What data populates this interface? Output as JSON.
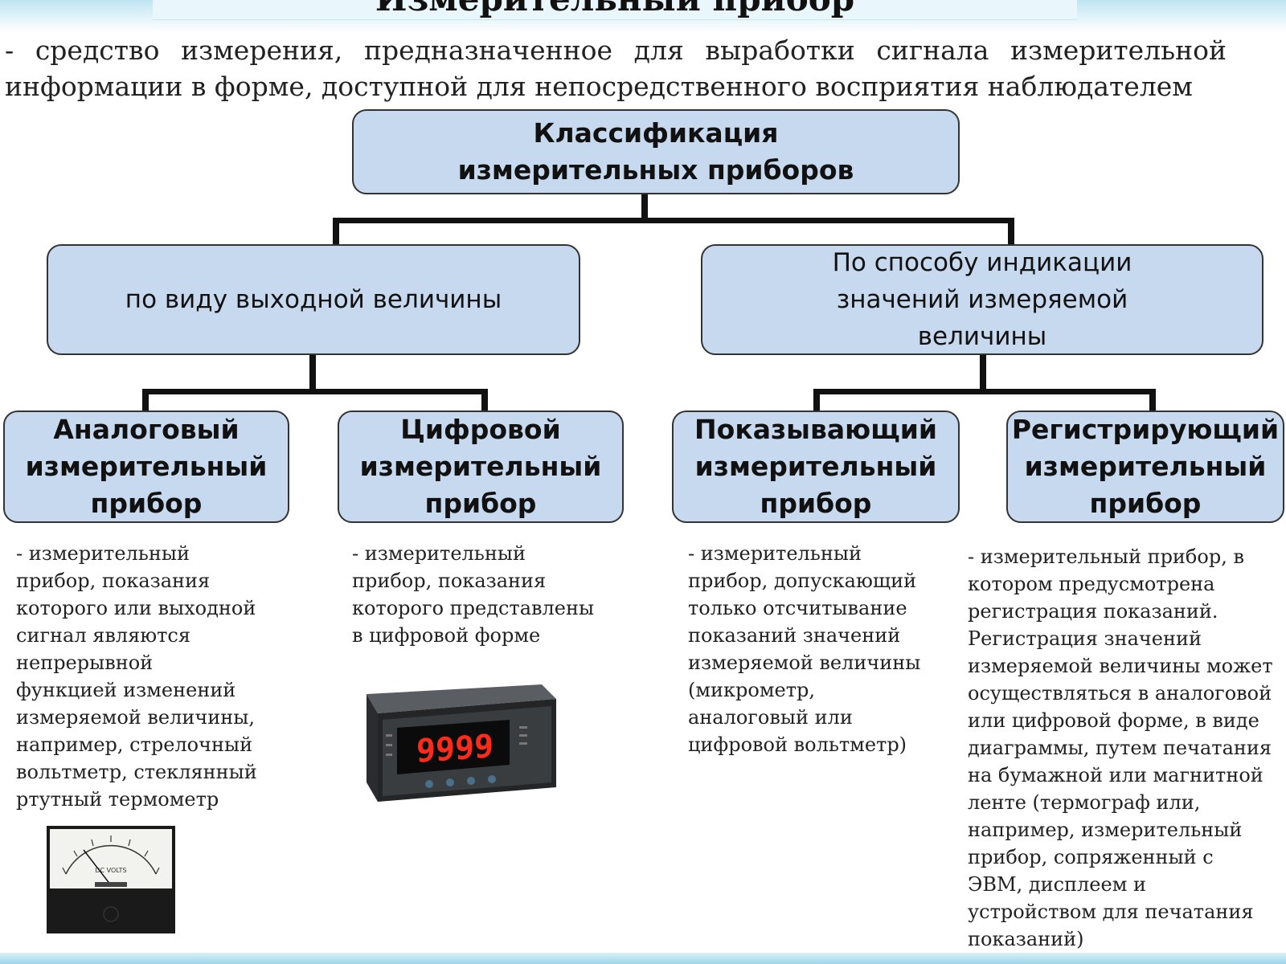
{
  "title": "Измерительный прибор",
  "intro": "- средство измерения, предназначенное  для выработки сигнала измерительной информации в форме, доступной для непосредственного восприятия наблюдателем",
  "diagram": {
    "root": {
      "line1": "Классификация",
      "line2": "измерительных приборов"
    },
    "branches": [
      {
        "label": "по виду выходной величины",
        "children": [
          {
            "line1": "Аналоговый",
            "line2": "измерительный",
            "line3": "прибор",
            "description": [
              "- измерительный",
              "прибор, показания",
              "которого или выходной",
              "сигнал являются",
              "непрерывной",
              "функцией изменений",
              "измеряемой величины,",
              "например, стрелочный",
              "вольтметр, стеклянный",
              "ртутный термометр"
            ]
          },
          {
            "line1": "Цифровой",
            "line2": "измерительный",
            "line3": "прибор",
            "description": [
              "- измерительный",
              "прибор, показания",
              "которого представлены",
              "в цифровой форме"
            ]
          }
        ]
      },
      {
        "line1": "По способу индикации",
        "line2": "значений измеряемой",
        "line3": "величины",
        "children": [
          {
            "line1": "Показывающий",
            "line2": "измерительный",
            "line3": "прибор",
            "description": [
              "- измерительный",
              "прибор, допускающий",
              "только отсчитывание",
              "показаний значений",
              "измеряемой величины",
              "(микрометр,",
              "аналоговый или",
              "цифровой вольтметр)"
            ]
          },
          {
            "line1": "Регистрирующий",
            "line2": "измерительный",
            "line3": "прибор",
            "description": [
              "- измерительный прибор, в",
              "котором предусмотрена",
              "регистрация показаний.",
              "Регистрация значений",
              "измеряемой величины может",
              "осуществляться в аналоговой",
              "или цифровой форме, в виде",
              "диаграммы, путем печатания",
              "на бумажной или магнитной",
              "ленте (термограф или,",
              "например, измерительный",
              "прибор, сопряженный с",
              "ЭВМ, дисплеем и",
              "устройством для печатания",
              "показаний)"
            ]
          }
        ]
      }
    ],
    "images": {
      "analog_meter_label": "DC VOLTS",
      "digital_display": "9999"
    }
  },
  "colors": {
    "box_fill": "#c7d9ee",
    "box_border": "#333333",
    "connector": "#111111",
    "led": "#ff2a1a"
  }
}
